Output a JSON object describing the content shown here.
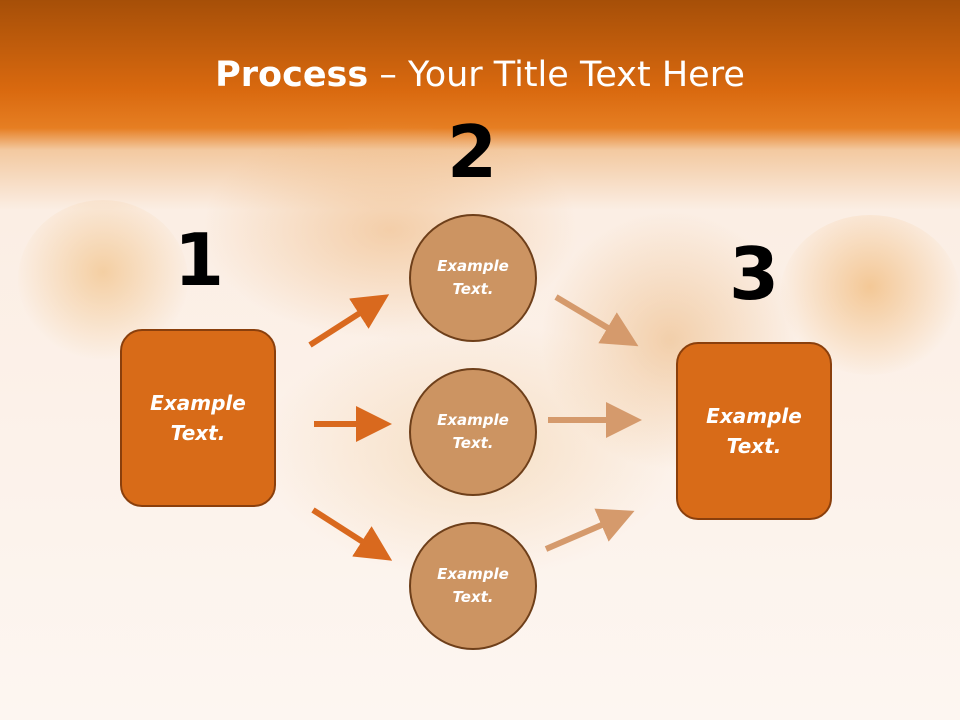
{
  "title": {
    "bold": "Process",
    "rest": " – Your Title Text Here"
  },
  "numbers": [
    "1",
    "2",
    "3"
  ],
  "left_box": {
    "text": "Example\nText."
  },
  "right_box": {
    "text": "Example\nText."
  },
  "circles": [
    {
      "text": "Example\nText."
    },
    {
      "text": "Example\nText."
    },
    {
      "text": "Example\nText."
    }
  ],
  "colors": {
    "header": "#d9690f",
    "box": "#d86b18",
    "circle": "#cc9462",
    "arrow_dark": "#d9691e",
    "arrow_light": "#d59a6c"
  }
}
